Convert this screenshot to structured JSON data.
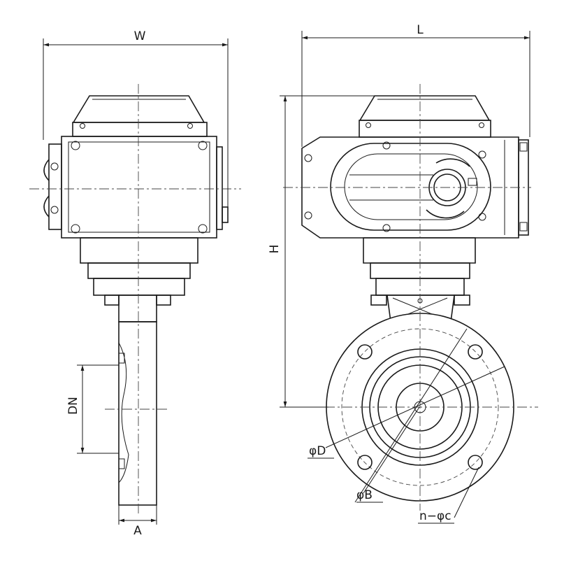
{
  "labels": {
    "width": "W",
    "length": "L",
    "height": "H",
    "nominal_diameter": "DN",
    "face_width": "A",
    "flange_od": "φD",
    "bolt_circle": "φB",
    "bolt_holes": "n−φc"
  }
}
